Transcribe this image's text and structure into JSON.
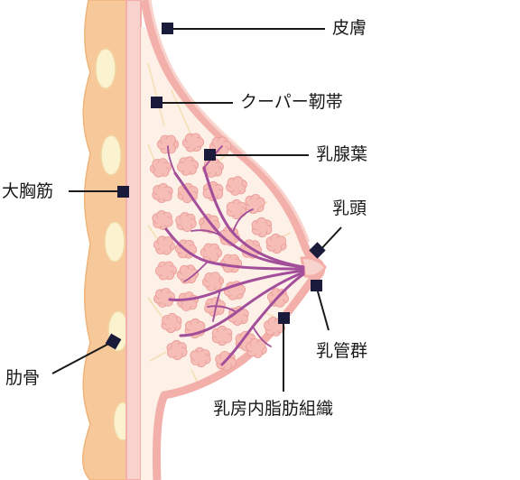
{
  "labels": {
    "skin": "皮膚",
    "cooper": "クーパー靭帯",
    "lobule": "乳腺葉",
    "nipple": "乳頭",
    "pectoralis": "大胸筋",
    "ducts": "乳管群",
    "rib": "肋骨",
    "fat": "乳房内脂肪組織"
  },
  "colors": {
    "muscle": "#f7c89a",
    "muscle_edge": "#efb47a",
    "rib_fill": "#fbf3cf",
    "rib_edge": "#f1d6a4",
    "skin": "#f3b0ab",
    "skin_inner": "#f8d2cd",
    "fat": "#fdf1e7",
    "ligament": "#f5e0b6",
    "lobule": "#f6bcb6",
    "lobule_edge": "#e99d98",
    "duct": "#a24e9a",
    "marker": "#1a1a3a",
    "leader": "#1a1a1a"
  }
}
